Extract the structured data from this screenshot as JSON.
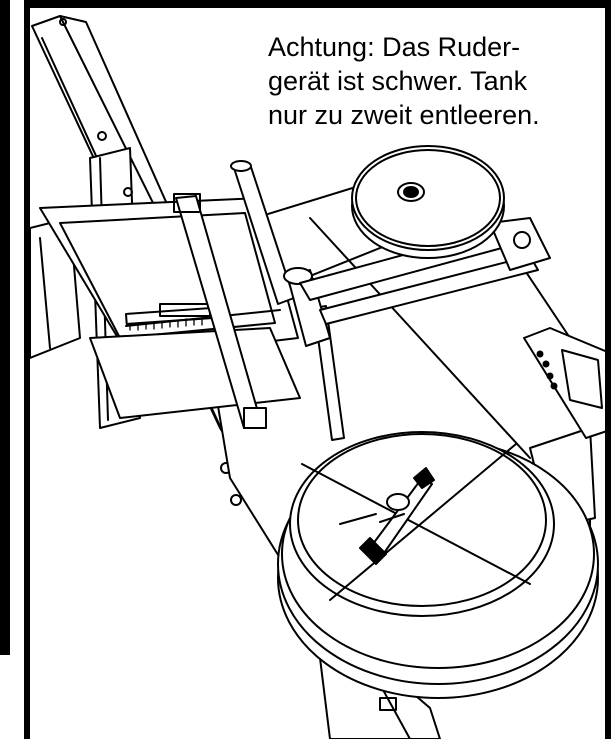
{
  "warning": {
    "line1": "Achtung:  Das Ruder-",
    "line2": "gerät ist schwer. Tank",
    "line3": "nur zu zweit entleeren."
  },
  "colors": {
    "ink": "#000000",
    "paper": "#ffffff",
    "shade": "#e9e9e9"
  }
}
